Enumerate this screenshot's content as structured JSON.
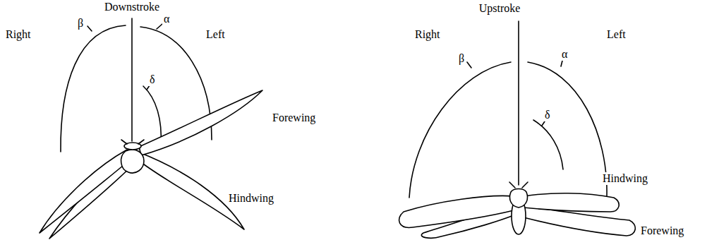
{
  "diagram": {
    "labels": [
      "Downstroke",
      "Right",
      "Left",
      "β",
      "α",
      "δ",
      "Forewing",
      "Hindwing",
      "Upstroke",
      "Right",
      "Left",
      "β",
      "α",
      "δ",
      "Hindwing",
      "Forewing"
    ]
  }
}
